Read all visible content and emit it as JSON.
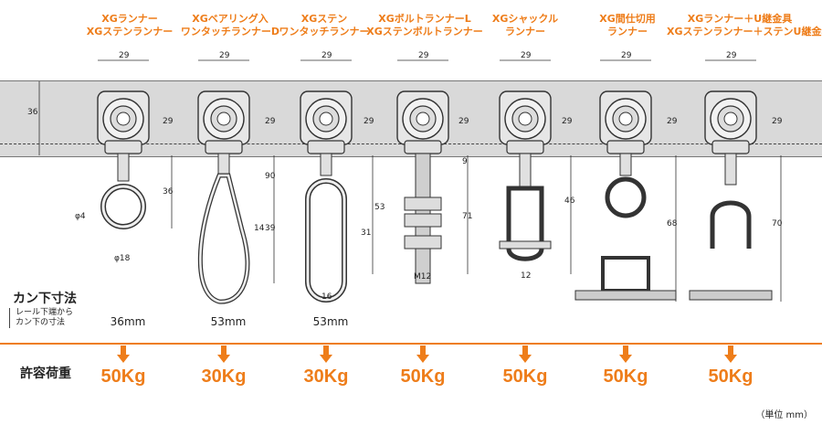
{
  "products": [
    {
      "line1": "XGランナー",
      "line2": "XGステンランナー",
      "kan": "36mm",
      "load": "50Kg",
      "width_dim": "29",
      "height_dim": "29"
    },
    {
      "line1": "XGベアリング入",
      "line2": "ワンタッチランナーD",
      "kan": "53mm",
      "load": "30Kg",
      "width_dim": "29",
      "height_dim": "29"
    },
    {
      "line1": "XGステン",
      "line2": "ワンタッチランナー",
      "kan": "53mm",
      "load": "30Kg",
      "width_dim": "29",
      "height_dim": "29"
    },
    {
      "line1": "XGボルトランナーL",
      "line2": "XGステンボルトランナー",
      "kan": "",
      "load": "50Kg",
      "width_dim": "29",
      "height_dim": "29"
    },
    {
      "line1": "XGシャックル",
      "line2": "ランナー",
      "kan": "",
      "load": "50Kg",
      "width_dim": "29",
      "height_dim": "29"
    },
    {
      "line1": "XG間仕切用",
      "line2": "ランナー",
      "kan": "",
      "load": "50Kg",
      "width_dim": "29",
      "height_dim": "29"
    },
    {
      "line1": "XGランナー＋U継金具",
      "line2": "XGステンランナー＋ステンU継金具",
      "kan": "",
      "load": "50Kg",
      "width_dim": "29",
      "height_dim": "29"
    }
  ],
  "rail_dim": "36",
  "dims": {
    "p1_drop": "36",
    "p1_ring": "φ4",
    "p1_dia": "φ18",
    "p2_total": "90",
    "p2_a": "14",
    "p2_b": "39",
    "p3_a": "53",
    "p3_b": "31",
    "p3_w": "16",
    "p4_a": "9",
    "p4_b": "71",
    "p4_thread": "M12",
    "p5_a": "46",
    "p5_w": "12",
    "p6_a": "68",
    "p7_a": "70"
  },
  "labels": {
    "kan_title": "カン下寸法",
    "kan_note1": "レール下端から",
    "kan_note2": "カン下の寸法",
    "load_title": "許容荷重",
    "unit": "（単位 mm）"
  },
  "colors": {
    "accent": "#ee7d1a",
    "rail": "#d9d9d9"
  }
}
